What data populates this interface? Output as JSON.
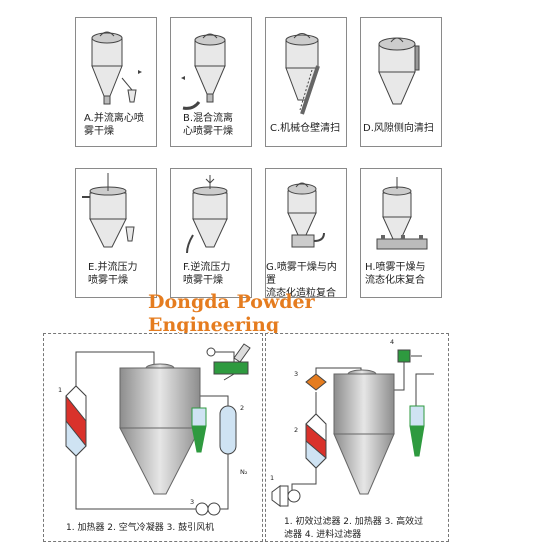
{
  "panels": [
    {
      "caption": "A.并流离心喷\n雾干燥"
    },
    {
      "caption": "B.混合流离\n心喷雾干燥"
    },
    {
      "caption": "C.机械仓壁清扫"
    },
    {
      "caption": "D.风隙侧向清扫"
    },
    {
      "caption": "E.并流压力\n喷雾干燥"
    },
    {
      "caption": "F.逆流压力\n喷雾干燥"
    },
    {
      "caption": "G.喷雾干燥与内置\n流态化造粒复合"
    },
    {
      "caption": "H.喷雾干燥与\n流态化床复合"
    }
  ],
  "brand": {
    "line1": "Dongda Powder",
    "line2": "Engineering"
  },
  "left_diagram": {
    "legend": "1. 加热器  2. 空气冷凝器  3. 鼓引风机",
    "labels": {
      "n1": "1",
      "n2": "2",
      "n3": "3",
      "gas": "N₂"
    }
  },
  "right_diagram": {
    "legend_line1": "1. 初效过滤器   2. 加热器   3. 高效过",
    "legend_line2": "滤器   4. 进料过滤器",
    "labels": {
      "n1": "1",
      "n2": "2",
      "n3": "3",
      "n4": "4"
    }
  },
  "colors": {
    "accent": "#e57c1f",
    "red": "#d9322b",
    "green": "#2e9a3f",
    "lightblue": "#cfe3f3"
  }
}
